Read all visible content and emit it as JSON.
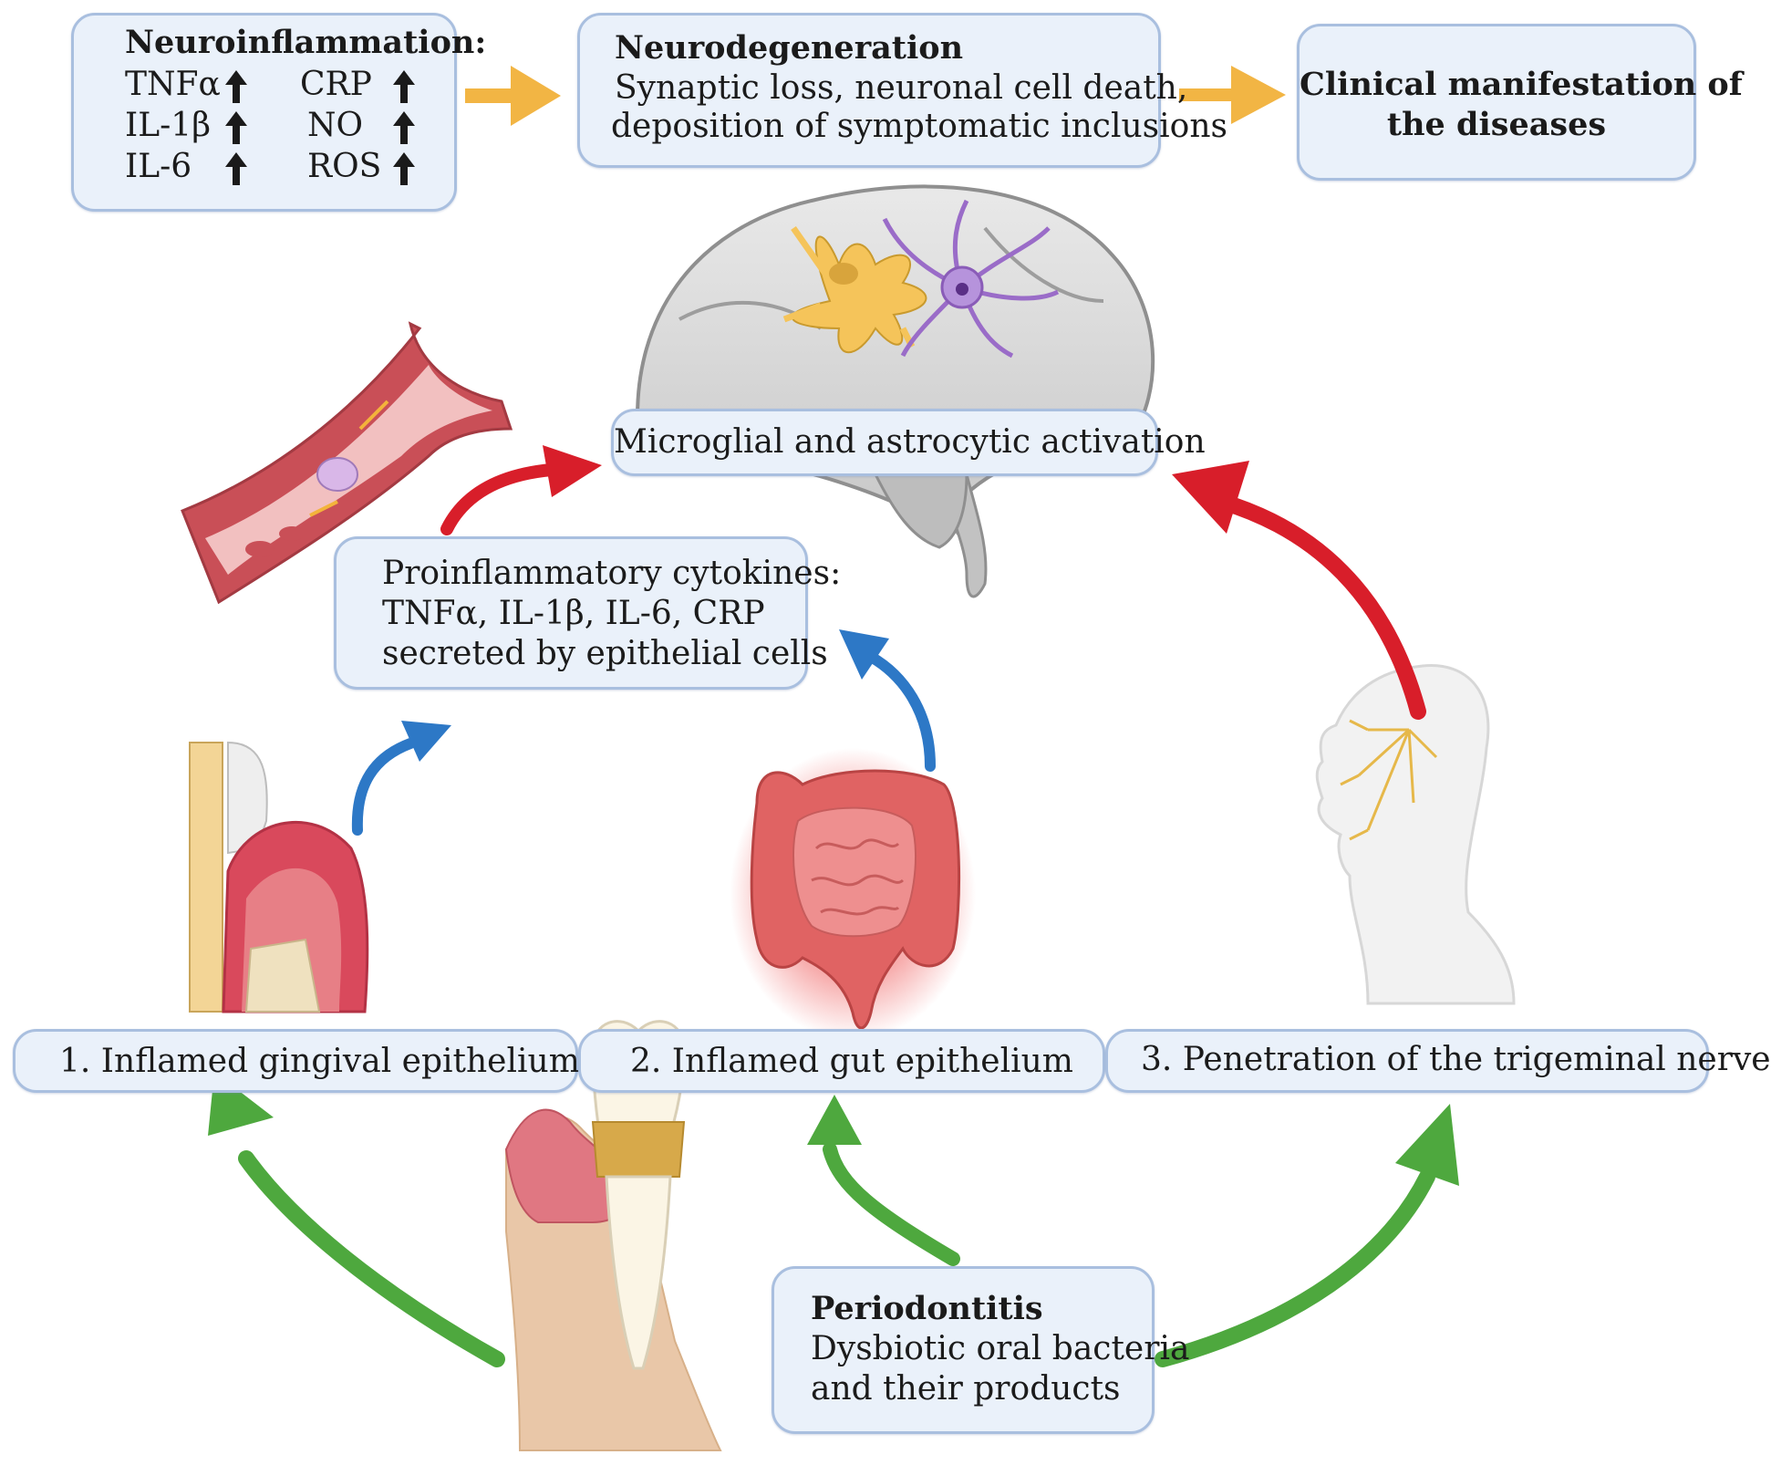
{
  "neuroinflammation": {
    "title": "Neuroinflammation:",
    "markers": [
      "TNFα",
      "CRP",
      "IL-1β",
      "NO",
      "IL-6",
      "ROS"
    ]
  },
  "neurodegeneration": {
    "title": "Neurodegeneration",
    "line1": "Synaptic loss, neuronal cell death,",
    "line2": "deposition of symptomatic inclusions"
  },
  "clinical": {
    "line1": "Clinical manifestation of",
    "line2": "the diseases"
  },
  "activation": "Microglial and astrocytic activation",
  "cytokines": {
    "line1": "Proinflammatory cytokines:",
    "line2": "TNFα, IL-1β, IL-6, CRP",
    "line3": "secreted by epithelial cells"
  },
  "routes": [
    "1. Inflamed gingival epithelium",
    "2. Inflamed gut epithelium",
    "3. Penetration of the trigeminal nerve"
  ],
  "periodontitis": {
    "title": "Periodontitis",
    "line1": "Dysbiotic oral bacteria",
    "line2": "and their products"
  },
  "colors": {
    "orange_arrow": "#f2b544",
    "red_arrow": "#d81e2a",
    "blue_arrow": "#2d78c6",
    "green_arrow": "#4ea83e",
    "box_fill": "#eaf1fa",
    "box_border": "#a9bfdf"
  }
}
